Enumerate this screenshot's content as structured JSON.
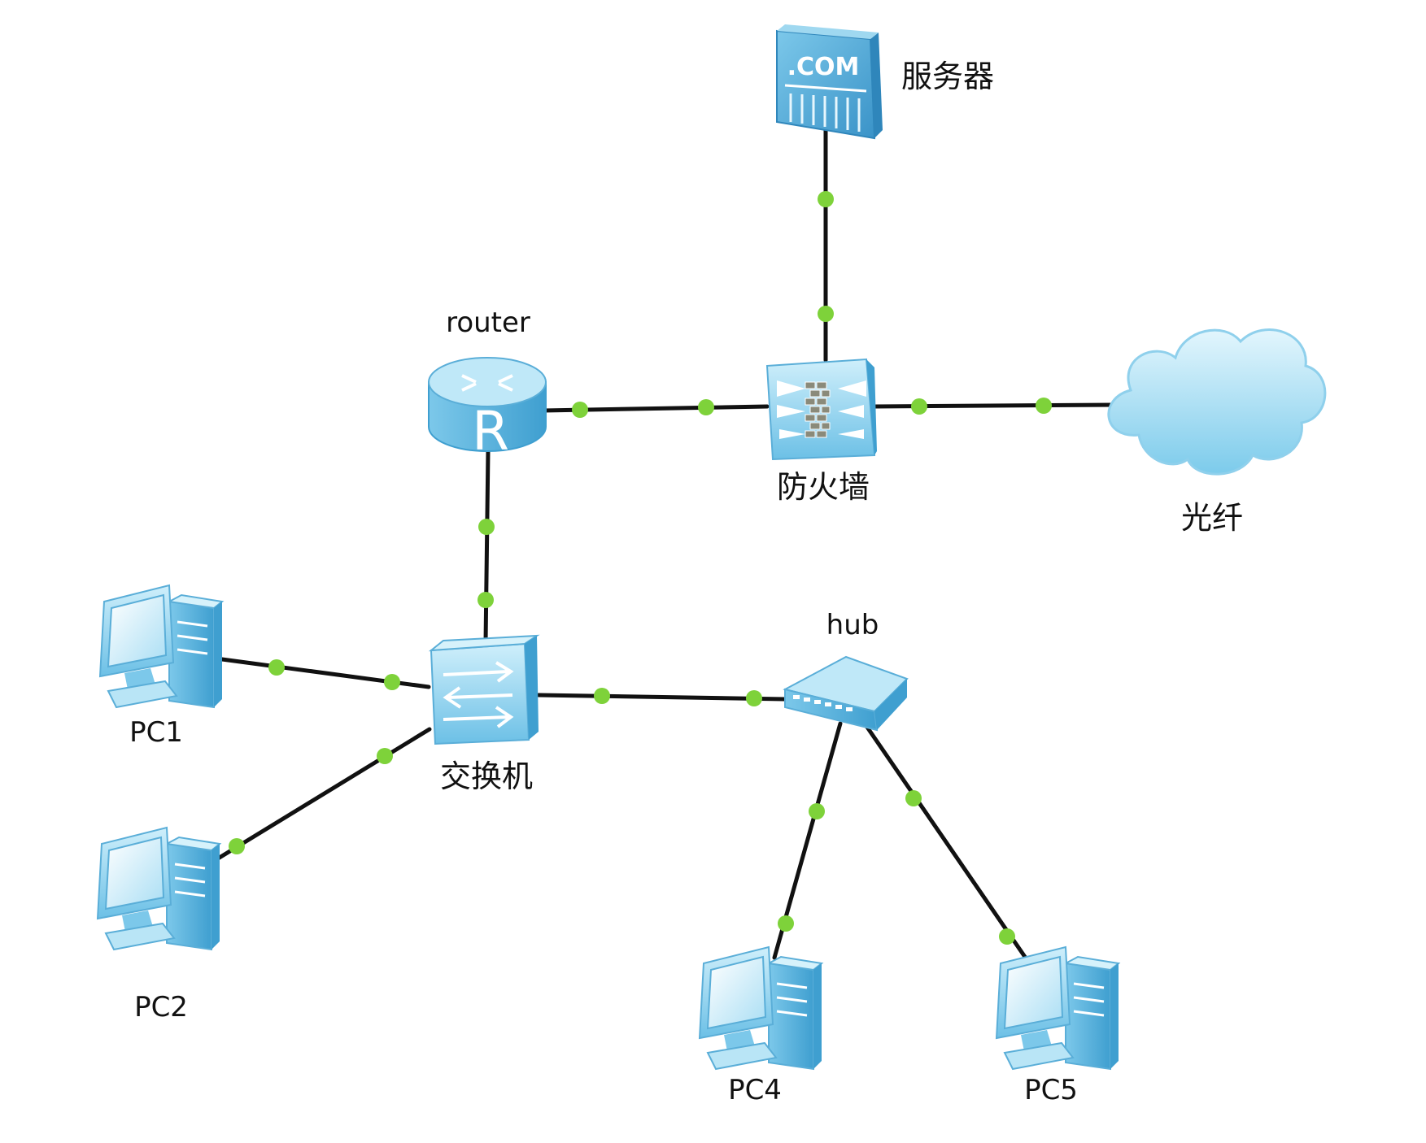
{
  "nodes": {
    "server": {
      "label": "服务器",
      "badge": ".COM",
      "icon": "web-server-icon"
    },
    "router": {
      "label": "router",
      "glyph": "R",
      "icon": "router-icon"
    },
    "firewall": {
      "label": "防火墙",
      "icon": "firewall-icon"
    },
    "cloud": {
      "label": "光纤",
      "icon": "cloud-icon"
    },
    "switch": {
      "label": "交换机",
      "icon": "switch-icon"
    },
    "hub": {
      "label": "hub",
      "icon": "hub-icon"
    },
    "pc1": {
      "label": "PC1",
      "icon": "pc-icon"
    },
    "pc2": {
      "label": "PC2",
      "icon": "pc-icon"
    },
    "pc4": {
      "label": "PC4",
      "icon": "pc-icon"
    },
    "pc5": {
      "label": "PC5",
      "icon": "pc-icon"
    }
  },
  "links": [
    {
      "from": "server",
      "to": "firewall"
    },
    {
      "from": "router",
      "to": "firewall"
    },
    {
      "from": "firewall",
      "to": "cloud"
    },
    {
      "from": "router",
      "to": "switch"
    },
    {
      "from": "pc1",
      "to": "switch"
    },
    {
      "from": "pc2",
      "to": "switch"
    },
    {
      "from": "switch",
      "to": "hub"
    },
    {
      "from": "hub",
      "to": "pc4"
    },
    {
      "from": "hub",
      "to": "pc5"
    }
  ],
  "colors": {
    "line": "#111111",
    "port": "#7ed23a",
    "device_light": "#d6f2fb",
    "device_mid": "#8fd0ec",
    "device_dark": "#3f9fd0",
    "label": "#111111"
  }
}
